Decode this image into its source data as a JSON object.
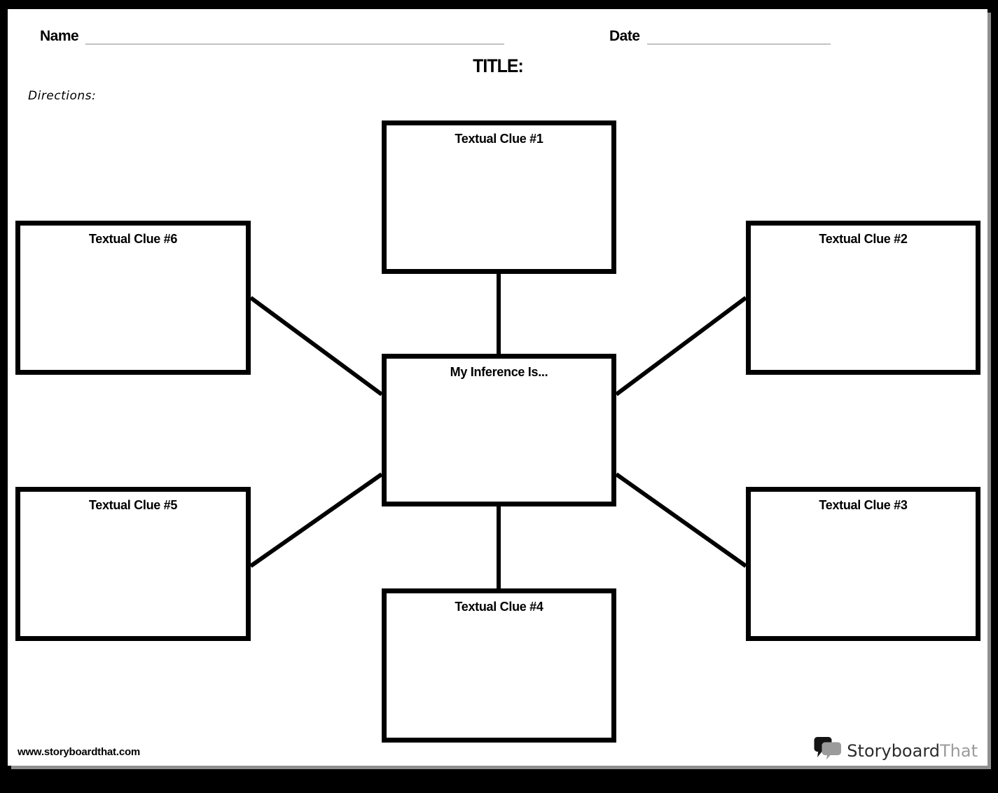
{
  "page": {
    "header": {
      "name_label": "Name",
      "name_value": "",
      "date_label": "Date",
      "date_value": "",
      "title_label": "TITLE:",
      "directions_label": "Directions:"
    },
    "diagram": {
      "center_box": {
        "label": "My Inference Is...",
        "value": ""
      },
      "clue_boxes": [
        {
          "label": "Textual Clue #1",
          "value": ""
        },
        {
          "label": "Textual Clue #2",
          "value": ""
        },
        {
          "label": "Textual Clue #3",
          "value": ""
        },
        {
          "label": "Textual Clue #4",
          "value": ""
        },
        {
          "label": "Textual Clue #5",
          "value": ""
        },
        {
          "label": "Textual Clue #6",
          "value": ""
        }
      ]
    },
    "footer": {
      "website_url": "www.storyboardthat.com",
      "logo": {
        "icon": "speech-bubbles-icon",
        "brand_primary": "Storyboard",
        "brand_secondary": "That"
      }
    },
    "colors": {
      "frame_background": "#000000",
      "page_background": "#ffffff",
      "line_black": "#000000",
      "underline_gray": "#c3c3c3",
      "logo_secondary_gray": "#9b9b9b",
      "page_shadow_gray": "#8f8f8f"
    }
  }
}
